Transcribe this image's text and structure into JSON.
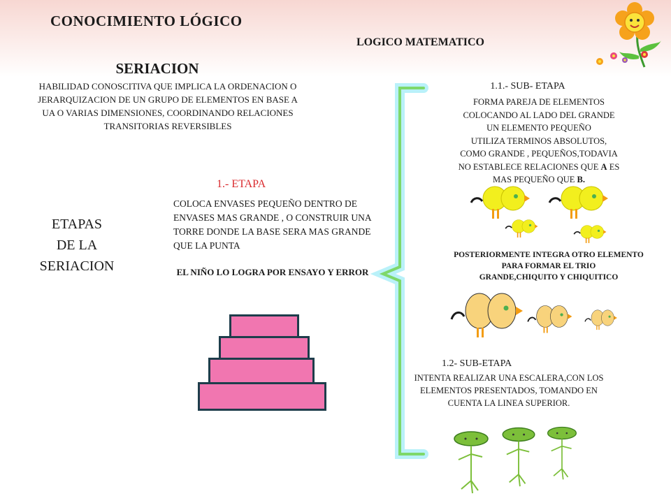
{
  "header": {
    "title": "CONOCIMIENTO LÓGICO",
    "subtitle": "LOGICO MATEMATICO"
  },
  "seriacion": {
    "heading": "SERIACION",
    "description": "HABILIDAD CONOSCITIVA QUE IMPLICA LA ORDENACION O JERARQUIZACION DE UN GRUPO DE ELEMENTOS EN BASE A UA O VARIAS DIMENSIONES, COORDINANDO RELACIONES TRANSITORIAS REVERSIBLES"
  },
  "etapas": {
    "line1": "ETAPAS",
    "line2": "DE LA",
    "line3": "SERIACION"
  },
  "etapa1": {
    "heading": "1.- ETAPA",
    "description": "COLOCA ENVASES PEQUEÑO DENTRO DE ENVASES MAS GRANDE , O CONSTRUIR UNA TORRE DONDE LA BASE SERA MAS GRANDE QUE LA PUNTA",
    "note": "EL NIÑO LO LOGRA POR ENSAYO Y ERROR"
  },
  "sub1": {
    "heading": "1.1.- SUB- ETAPA",
    "line1": "FORMA PAREJA DE ELEMENTOS",
    "line2": "COLOCANDO AL LADO DEL GRANDE",
    "line3": "UN ELEMENTO PEQUEÑO",
    "line4": "UTILIZA TERMINOS ABSOLUTOS,",
    "line5": "COMO GRANDE , PEQUEÑOS,TODAVIA",
    "line6a": "NO ESTABLECE RELACIONES QUE ",
    "line6b": "A",
    "line6c": " ES",
    "line7a": "MAS PEQUEÑO QUE ",
    "line7b": "B."
  },
  "posteriormente": {
    "line1": "POSTERIORMENTE INTEGRA OTRO ELEMENTO",
    "line2": "PARA FORMAR EL TRIO",
    "line3": "GRANDE,CHIQUITO Y CHIQUITICO"
  },
  "sub2": {
    "heading": "1.2- SUB-ETAPA",
    "description": "INTENTA REALIZAR UNA ESCALERA,CON LOS ELEMENTOS PRESENTADOS, TOMANDO EN CUENTA LA LINEA SUPERIOR."
  },
  "colors": {
    "accent_red": "#d9282c",
    "tower_pink": "#f176b0",
    "tower_border": "#1e3d4b",
    "bracket_green": "#7ed86a",
    "bracket_glow": "#a8eef7",
    "bird_yellow": "#f2ef1e",
    "bird_peach": "#f8d37c",
    "plant_green": "#7cbf3a"
  },
  "icons": {
    "flower": "flower-icon",
    "bird": "bird-icon",
    "plant": "plant-icon"
  }
}
